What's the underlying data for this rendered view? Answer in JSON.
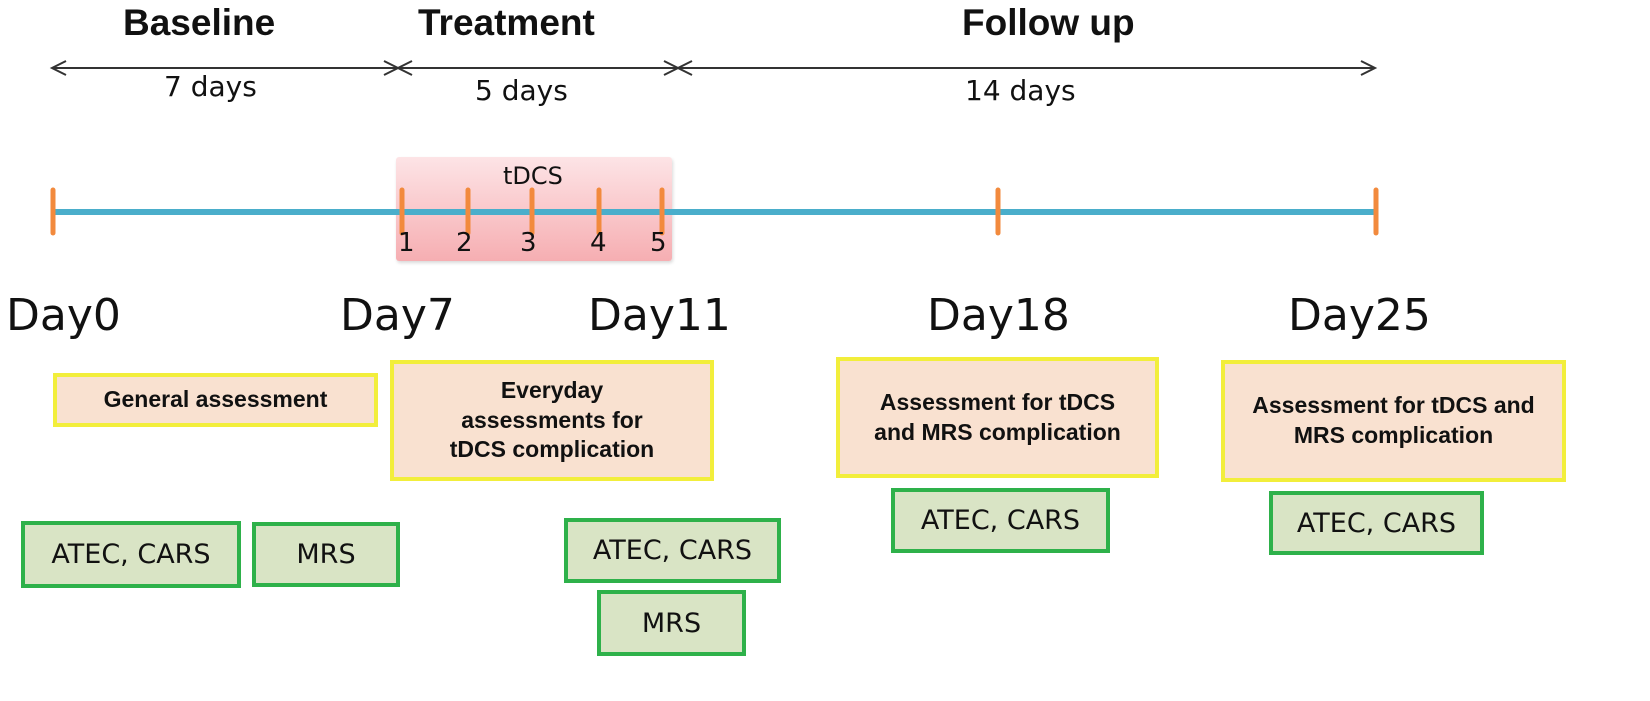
{
  "phases": {
    "baseline": {
      "title": "Baseline",
      "duration": "7 days"
    },
    "treatment": {
      "title": "Treatment",
      "duration": "5 days"
    },
    "followup": {
      "title": "Follow up",
      "duration": "14 days"
    }
  },
  "tdcs": {
    "label": "tDCS",
    "sessions": [
      "1",
      "2",
      "3",
      "4",
      "5"
    ]
  },
  "days": [
    "Day0",
    "Day7",
    "Day11",
    "Day18",
    "Day25"
  ],
  "assessments": {
    "day0": "General assessment",
    "day7_11": "Everyday assessments for tDCS complication",
    "day18": "Assessment for tDCS and MRS complication",
    "day25": "Assessment for tDCS and MRS complication"
  },
  "measures": {
    "day0_a": "ATEC, CARS",
    "day0_b": "MRS",
    "day11_a": "ATEC, CARS",
    "day11_b": "MRS",
    "day18": "ATEC, CARS",
    "day25": "ATEC, CARS"
  },
  "colors": {
    "timeline": "#4aaecb",
    "tick": "#f28a3d",
    "assessment_border": "#f2ee3b",
    "assessment_fill": "#f9e1d0",
    "measure_border": "#2eb14a",
    "measure_fill": "#d9e4c5",
    "tdcs_band": "#f6aeb2"
  }
}
